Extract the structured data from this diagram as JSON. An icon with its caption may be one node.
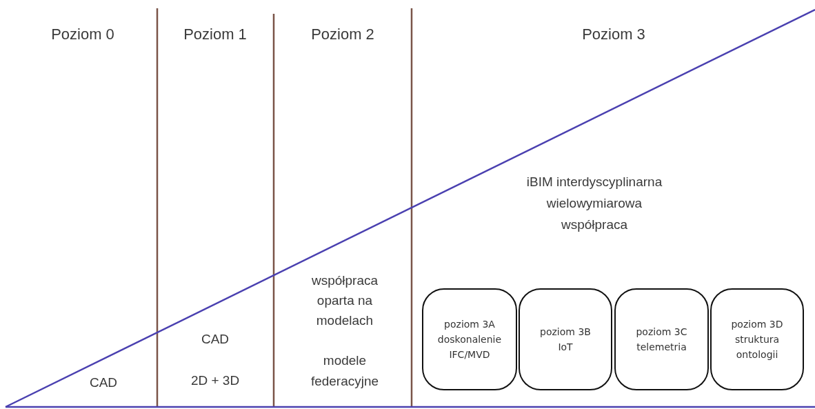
{
  "diagram": {
    "nodes": [
      {
        "text": [
          "poziom 3A",
          "doskonalenie IFC/MVD"
        ]
      },
      {
        "text": [
          "poziom 3B",
          "IoT"
        ]
      },
      {
        "text": [
          "poziom 3C",
          "telemetria"
        ]
      },
      {
        "text": [
          "poziom 3D",
          "struktura ontologii"
        ]
      }
    ],
    "edges": [],
    "labels": [
      "Poziom 0",
      "Poziom 1",
      "Poziom 2",
      "Poziom 3",
      "iBIM interdyscyplinarna wielowymiarowa współpraca",
      "współpraca oparta na modelach",
      "CAD",
      "CAD",
      "modele federacyjne",
      "2D + 3D"
    ]
  }
}
